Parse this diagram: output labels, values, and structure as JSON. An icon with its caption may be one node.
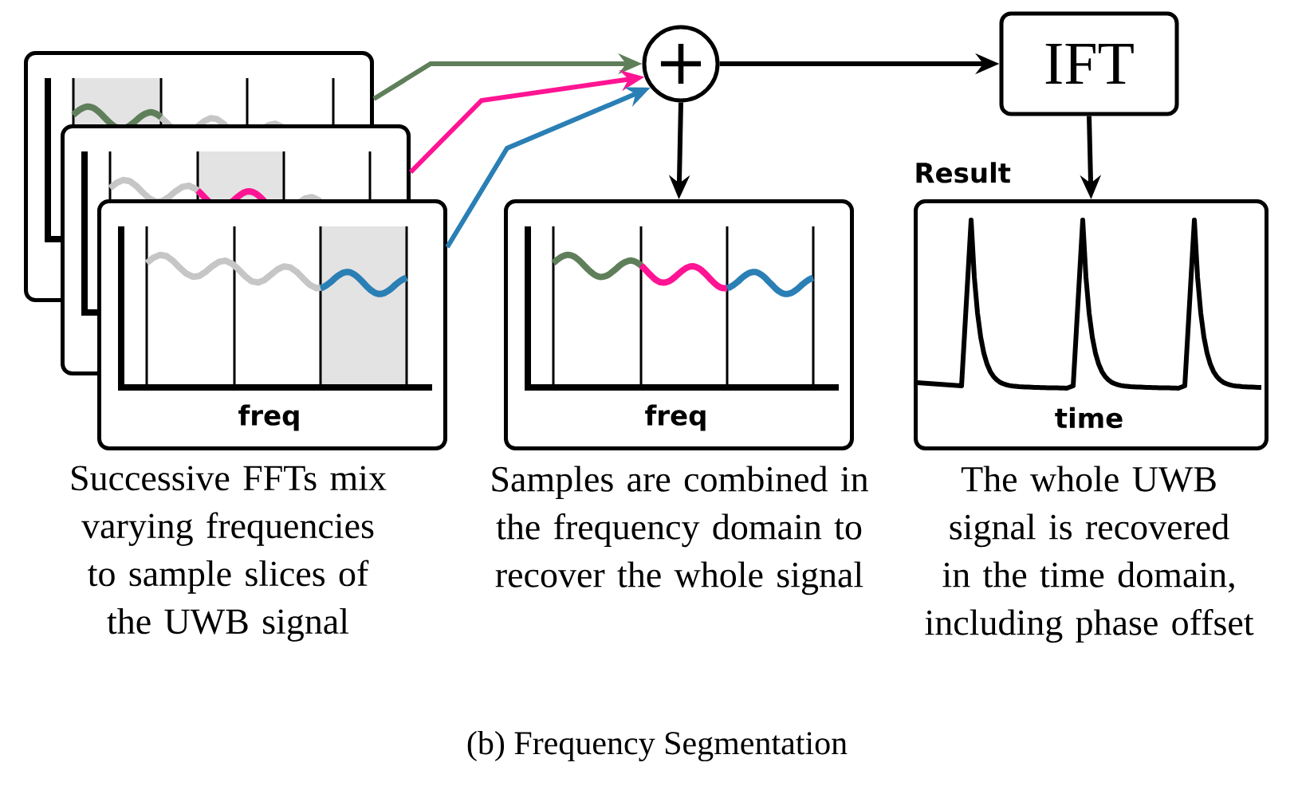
{
  "diagram": {
    "caption": "(b) Frequency Segmentation",
    "nodes": [
      {
        "text": [],
        "shape": "box"
      },
      {
        "text": [],
        "shape": "box"
      },
      {
        "text": [
          "freq"
        ],
        "beside": [
          "Successive FFTs mix varying frequencies to sample slices of the UWB signal"
        ]
      },
      {
        "text": [
          "+"
        ]
      },
      {
        "text": [
          "IFT"
        ]
      },
      {
        "text": [
          "freq"
        ],
        "beside": [
          "Samples are combined in the frequency domain to recover the whole signal"
        ]
      },
      {
        "text": [
          "Result",
          "time"
        ],
        "beside": [
          "The whole UWB signal is recovered in the time domain, including phase offset"
        ]
      }
    ],
    "edges": [
      {
        "from": 0,
        "to": 3,
        "arrow": "to",
        "color": "#5f7f5a"
      },
      {
        "from": 1,
        "to": 3,
        "arrow": "to",
        "color": "#ff1493"
      },
      {
        "from": 2,
        "to": 3,
        "arrow": "to",
        "color": "#2a7fb5"
      },
      {
        "from": 3,
        "to": 4,
        "arrow": "to"
      },
      {
        "from": 3,
        "to": 5,
        "arrow": "to"
      },
      {
        "from": 4,
        "to": 6,
        "arrow": "to"
      }
    ]
  }
}
